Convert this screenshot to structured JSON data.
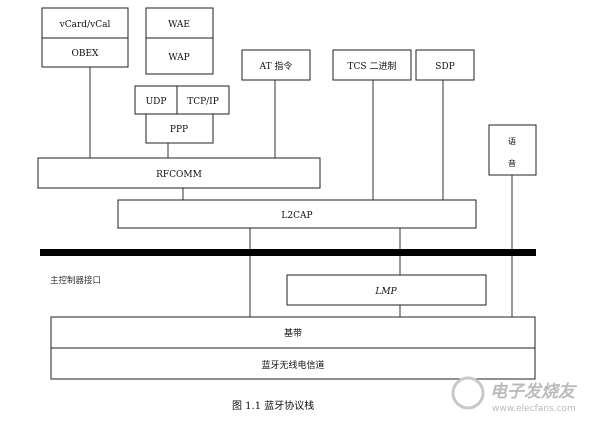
{
  "diagram": {
    "boxes": {
      "vcard": "vCard/vCal",
      "obex": "OBEX",
      "wae": "WAE",
      "wap": "WAP",
      "udp": "UDP",
      "tcpip": "TCP/IP",
      "ppp": "PPP",
      "at": "AT 指令",
      "tcs": "TCS 二进制",
      "sdp": "SDP",
      "voice_1": "语",
      "voice_2": "音",
      "rfcomm": "RFCOMM",
      "l2cap": "L2CAP",
      "lmp": "LMP",
      "baseband": "基带",
      "radio": "蓝牙无线电信道"
    },
    "hci_label": "主控制器接口",
    "caption": "图 1.1    蓝牙协议栈",
    "watermark": {
      "text": "电子发烧友",
      "url": "www.elecfans.com"
    }
  }
}
